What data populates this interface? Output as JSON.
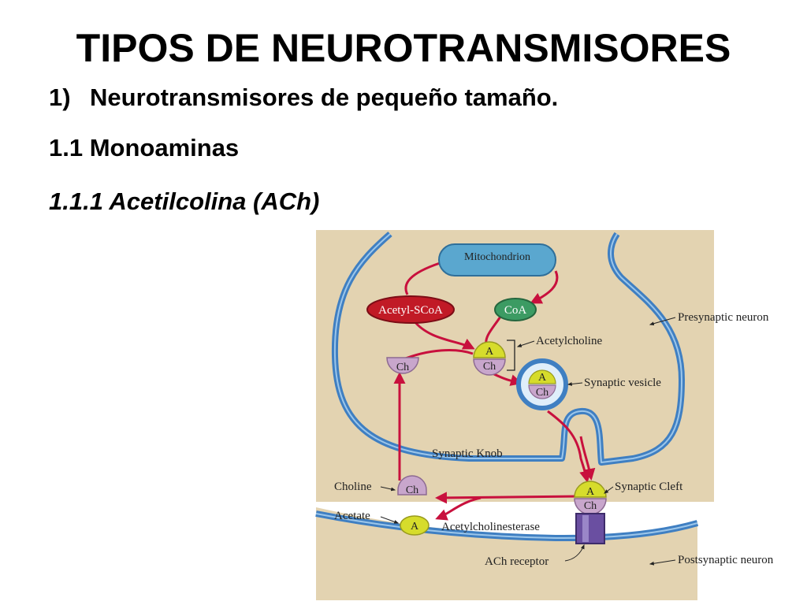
{
  "slide": {
    "title": "TIPOS DE NEUROTRANSMISORES",
    "point1_number": "1)",
    "point1_text": "Neurotransmisores de pequeño tamaño.",
    "point2": "1.1 Monoaminas",
    "point3": "1.1.1 Acetilcolina (ACh)"
  },
  "diagram": {
    "mitochondrion": "Mitochondrion",
    "acetyl_scoa": "Acetyl-SCoA",
    "coa": "CoA",
    "acetylcholine": "Acetylcholine",
    "presynaptic_neuron": "Presynaptic neuron",
    "synaptic_vesicle": "Synaptic vesicle",
    "synaptic_knob": "Synaptic Knob",
    "synaptic_cleft": "Synaptic Cleft",
    "choline": "Choline",
    "acetate": "Acetate",
    "acetylcholinesterase": "Acetylcholinesterase",
    "ach_receptor": "ACh receptor",
    "postsynaptic_neuron": "Postsynaptic neuron",
    "a": "A",
    "ch": "Ch"
  },
  "colors": {
    "cytoplasm": "#e3d3b1",
    "membrane": "#3f7fc2",
    "arrow": "#c8103d",
    "mitochondrion": "#5aa7cf",
    "acetyl_scoa": "#c11a26",
    "coa": "#3c9b63",
    "acetyl_group": "#d6dc2c",
    "choline_group": "#c8a6cc",
    "receptor": "#6a4fa1"
  }
}
